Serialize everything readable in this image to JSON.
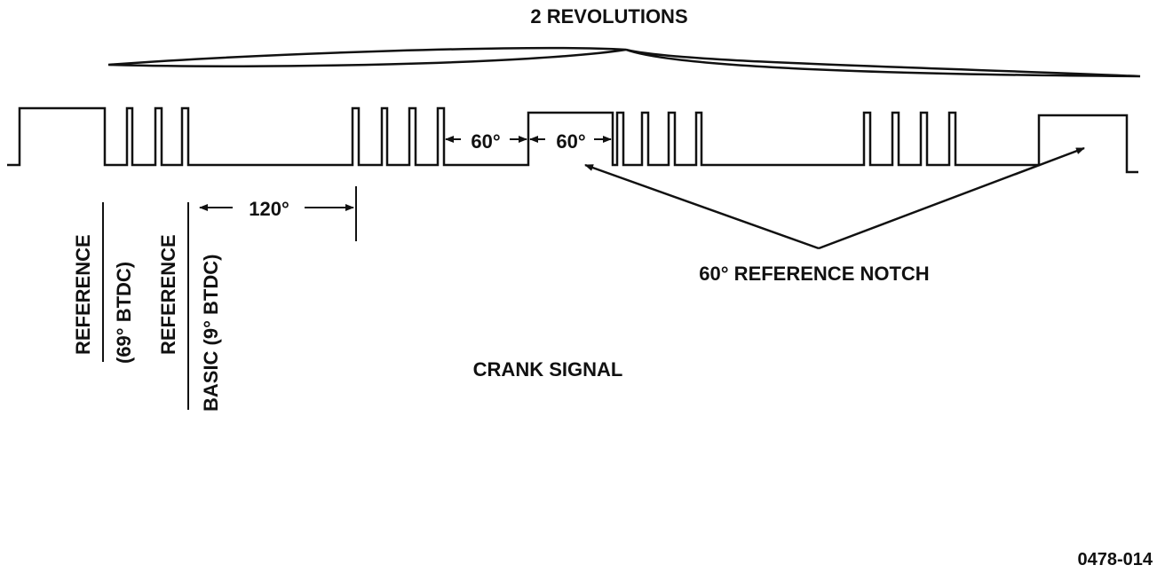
{
  "diagram": {
    "title": "2 REVOLUTIONS",
    "labels": {
      "angle_first": "60°",
      "angle_second": "60°",
      "angle_120": "120°",
      "reference_notch": "60° REFERENCE NOTCH",
      "reference_1_top": "REFERENCE",
      "reference_1_bottom": "(69° BTDC)",
      "reference_2_top": "REFERENCE",
      "reference_2_bottom": "BASIC (9° BTDC)",
      "caption": "CRANK SIGNAL",
      "figure_id": "0478-014"
    },
    "colors": {
      "ink": "#111111",
      "background": "#ffffff"
    }
  }
}
